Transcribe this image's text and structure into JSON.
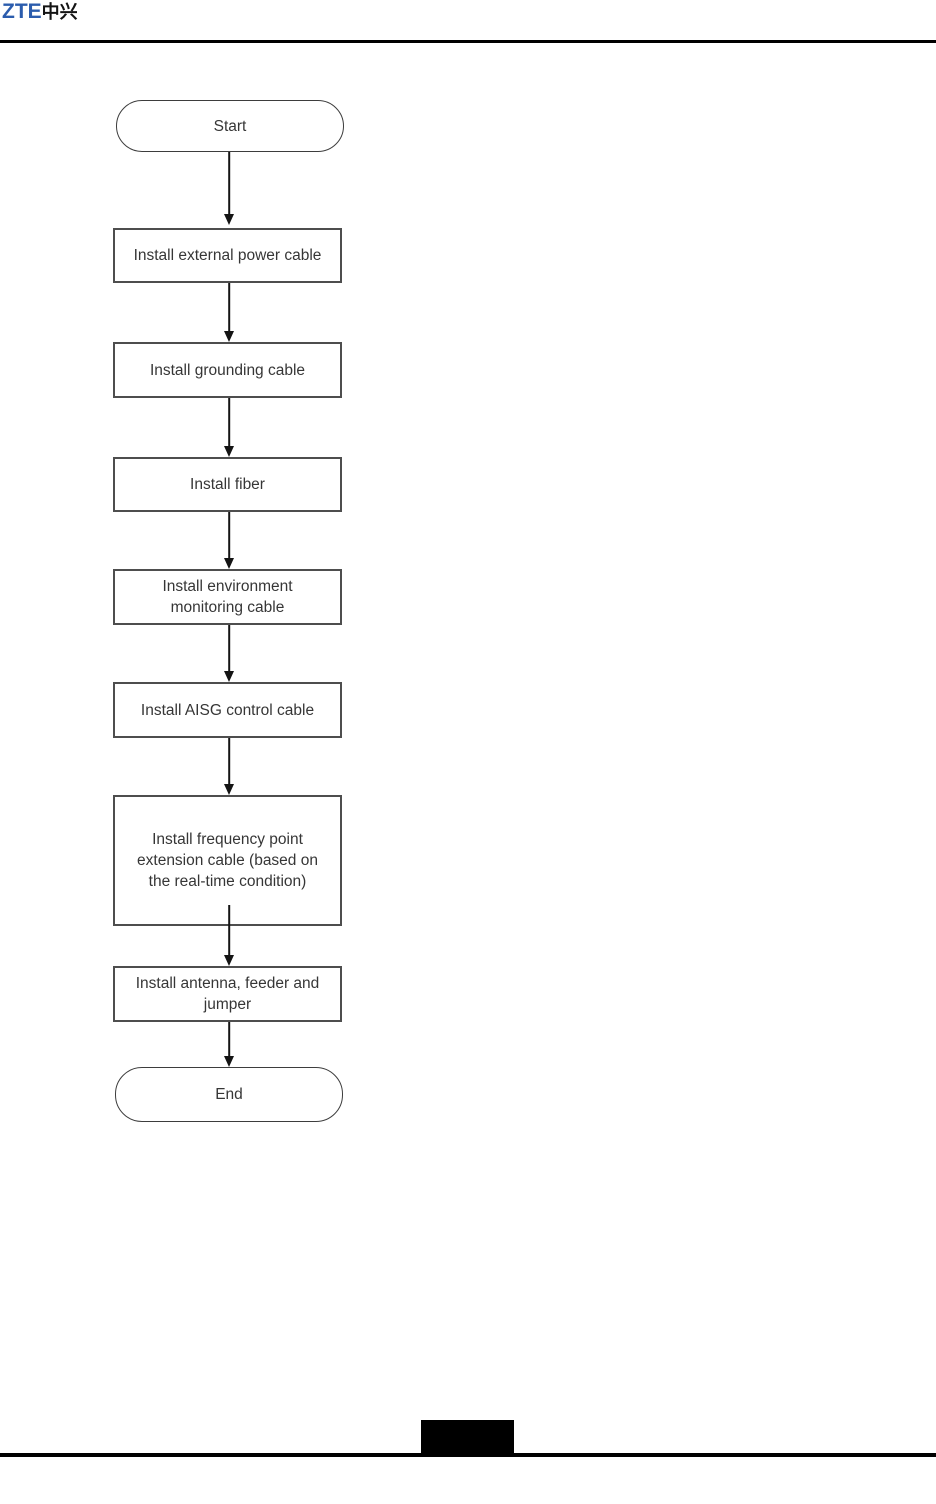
{
  "header": {
    "logo_latin": "ZTE",
    "logo_cjk": "中兴"
  },
  "brand": {
    "logo_blue": "#2B5CAD",
    "rule_color": "#000000",
    "node_border_color": "#4e4e4e",
    "text_color": "#363636"
  },
  "flowchart": {
    "type": "flow-diagram",
    "direction": "top-down",
    "nodes": [
      {
        "id": "start",
        "shape": "terminator",
        "label": "Start"
      },
      {
        "id": "step-1",
        "shape": "process",
        "label": "Install external power cable"
      },
      {
        "id": "step-2",
        "shape": "process",
        "label": "Install grounding cable"
      },
      {
        "id": "step-3",
        "shape": "process",
        "label": "Install fiber"
      },
      {
        "id": "step-4",
        "shape": "process",
        "label": "Install environment monitoring cable"
      },
      {
        "id": "step-5",
        "shape": "process",
        "label": "Install AISG control cable"
      },
      {
        "id": "step-6",
        "shape": "process",
        "label": "Install frequency point extension cable (based on the real-time condition)"
      },
      {
        "id": "step-7",
        "shape": "process",
        "label": "Install antenna, feeder and jumper"
      },
      {
        "id": "end",
        "shape": "terminator",
        "label": "End"
      }
    ],
    "edges": [
      {
        "from": "start",
        "to": "step-1"
      },
      {
        "from": "step-1",
        "to": "step-2"
      },
      {
        "from": "step-2",
        "to": "step-3"
      },
      {
        "from": "step-3",
        "to": "step-4"
      },
      {
        "from": "step-4",
        "to": "step-5"
      },
      {
        "from": "step-5",
        "to": "step-6"
      },
      {
        "from": "step-6",
        "to": "step-7"
      },
      {
        "from": "step-7",
        "to": "end"
      }
    ]
  }
}
